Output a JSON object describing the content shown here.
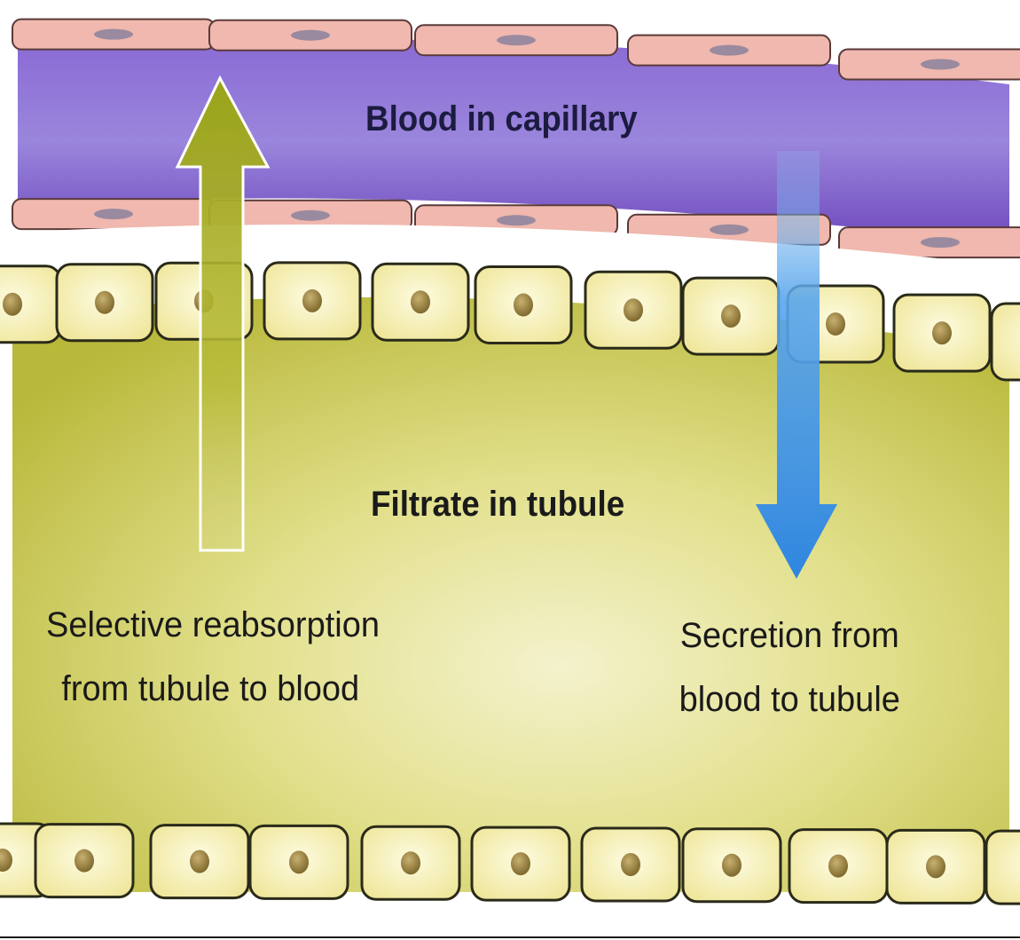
{
  "labels": {
    "capillary": "Blood in capillary",
    "tubule": "Filtrate in tubule",
    "reabsorption_line1": "Selective reabsorption",
    "reabsorption_line2": "from tubule to blood",
    "secretion_line1": "Secretion from",
    "secretion_line2": "blood to tubule"
  },
  "colors": {
    "capillary_blood": "#7a55c8",
    "endothelium": "#f0b8ae",
    "endothelium_nucleus": "#9a8aa0",
    "tubule_cell": "#f6efb2",
    "cell_nucleus": "#9a8440",
    "filtrate": "#d8d66a",
    "reabsorption_arrow": "#a8b020",
    "secretion_arrow": "#3a8ee0"
  }
}
